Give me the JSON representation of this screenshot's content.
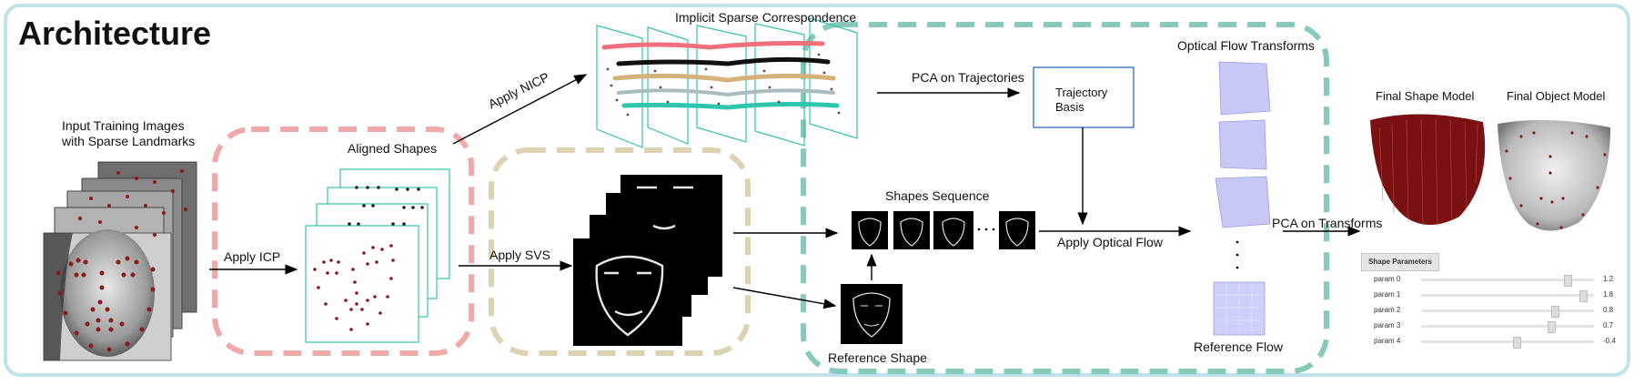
{
  "title": "Architecture",
  "labels": {
    "input_images_line1": "Input Training Images",
    "input_images_line2": "with Sparse Landmarks",
    "apply_icp": "Apply ICP",
    "aligned_shapes": "Aligned Shapes",
    "apply_svs": "Apply SVS",
    "apply_nicp": "Apply NICP",
    "implicit_sparse_correspondence": "Implicit Sparse Correspondence",
    "pca_on_trajectories": "PCA on Trajectories",
    "trajectory_basis_line1": "Trajectory",
    "trajectory_basis_line2": "Basis",
    "optical_flow_transforms": "Optical Flow Transforms",
    "shapes_sequence": "Shapes Sequence",
    "apply_optical_flow": "Apply Optical Flow",
    "reference_shape": "Reference Shape",
    "reference_flow": "Reference Flow",
    "pca_on_transforms": "PCA on Transforms",
    "final_shape_model": "Final Shape Model",
    "final_object_model": "Final Object Model"
  },
  "shape_parameters": {
    "title": "Shape Parameters",
    "params": [
      {
        "name": "param 0",
        "value": "1.2",
        "level": 0.86
      },
      {
        "name": "param 1",
        "value": "1.8",
        "level": 0.95
      },
      {
        "name": "param 2",
        "value": "0.8",
        "level": 0.78
      },
      {
        "name": "param 3",
        "value": "0.7",
        "level": 0.76
      },
      {
        "name": "param 4",
        "value": "-0.4",
        "level": 0.55
      }
    ]
  },
  "colors": {
    "outer_border": "#bfe3ea",
    "icp_group": "#f0a8a8",
    "svs_group": "#ddd3b2",
    "flow_group": "#87c9bb",
    "teal": "#39c0ae",
    "box_blue": "#2e6db4",
    "landmark": "#8b1a1a",
    "flow_fill": "#c8c8f6",
    "trajectory_pink": "#f0707c",
    "trajectory_black": "#111111",
    "trajectory_tan": "#d4b27a",
    "trajectory_gray": "#a8bcbf",
    "trajectory_teal": "#2fc6b0"
  }
}
